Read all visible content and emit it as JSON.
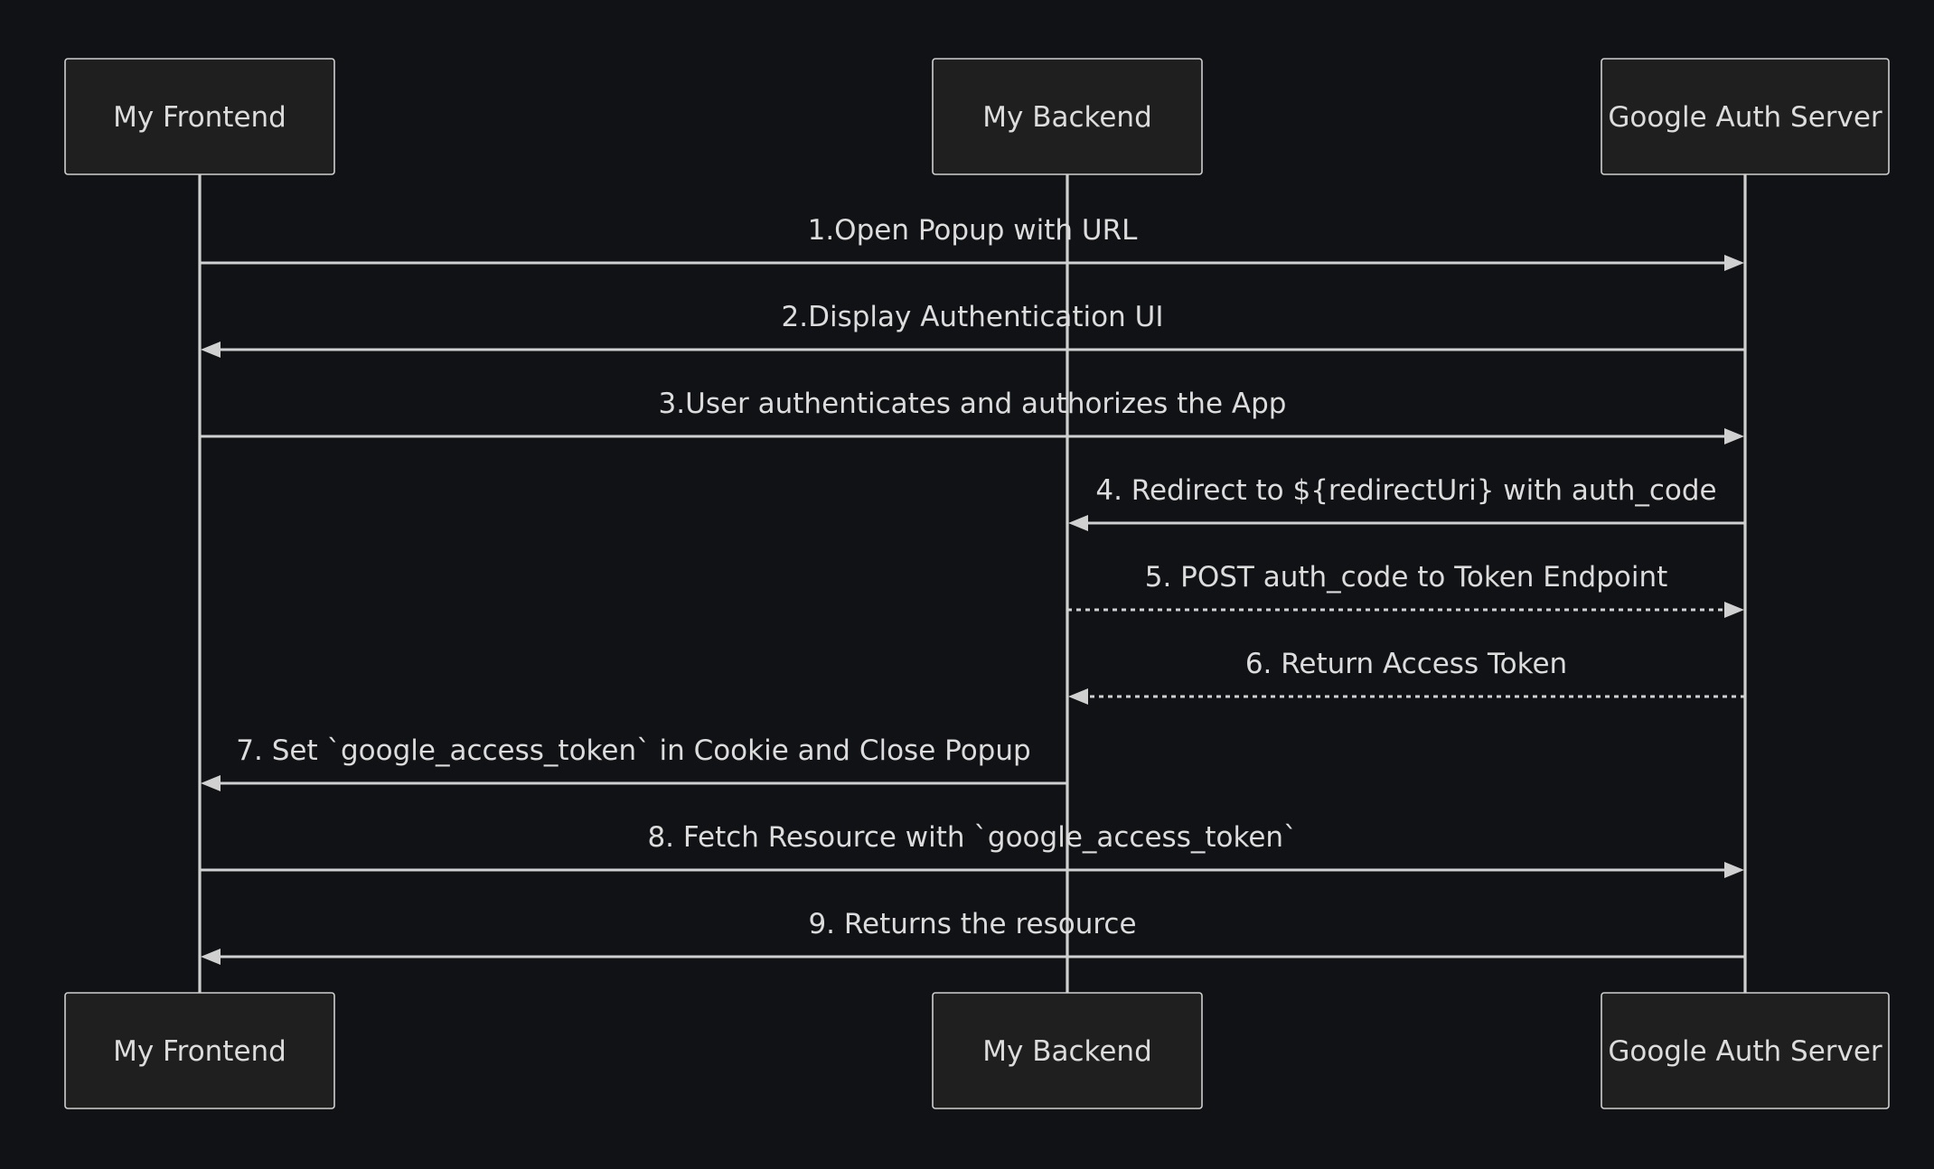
{
  "actors": [
    {
      "id": "frontend",
      "label": "My Frontend"
    },
    {
      "id": "backend",
      "label": "My Backend"
    },
    {
      "id": "google",
      "label": "Google Auth Server"
    }
  ],
  "messages": [
    {
      "from": "frontend",
      "to": "google",
      "label": "1.Open Popup with URL",
      "style": "solid"
    },
    {
      "from": "google",
      "to": "frontend",
      "label": "2.Display Authentication UI",
      "style": "solid"
    },
    {
      "from": "frontend",
      "to": "google",
      "label": "3.User authenticates and authorizes the App",
      "style": "solid"
    },
    {
      "from": "google",
      "to": "backend",
      "label": "4. Redirect to ${redirectUri} with auth_code",
      "style": "solid"
    },
    {
      "from": "backend",
      "to": "google",
      "label": "5. POST auth_code to Token Endpoint",
      "style": "dashed"
    },
    {
      "from": "google",
      "to": "backend",
      "label": "6. Return Access Token",
      "style": "dashed"
    },
    {
      "from": "backend",
      "to": "frontend",
      "label": "7. Set `google_access_token` in Cookie and Close Popup",
      "style": "solid"
    },
    {
      "from": "frontend",
      "to": "google",
      "label": "8. Fetch Resource with `google_access_token`",
      "style": "solid"
    },
    {
      "from": "google",
      "to": "frontend",
      "label": "9. Returns the resource",
      "style": "solid"
    }
  ]
}
